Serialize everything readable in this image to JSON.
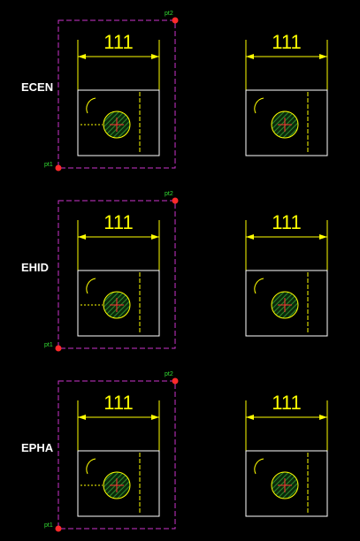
{
  "colors": {
    "background": "#000000",
    "dimension": "#ffff00",
    "outline": "#ffffff",
    "selection": "#cc33cc",
    "hatch": "#2e8b2e",
    "center_mark": "#ff3333",
    "grip": "#ff2a2a",
    "point_label": "#33dd33",
    "label": "#ffffff"
  },
  "rows": [
    {
      "label": "ECEN",
      "left_dimension": "111",
      "right_dimension": "111",
      "pt1": "pt1",
      "pt2": "pt2"
    },
    {
      "label": "EHID",
      "left_dimension": "111",
      "right_dimension": "111",
      "pt1": "pt1",
      "pt2": "pt2"
    },
    {
      "label": "EPHA",
      "left_dimension": "111",
      "right_dimension": "111",
      "pt1": "pt1",
      "pt2": "pt2"
    }
  ]
}
